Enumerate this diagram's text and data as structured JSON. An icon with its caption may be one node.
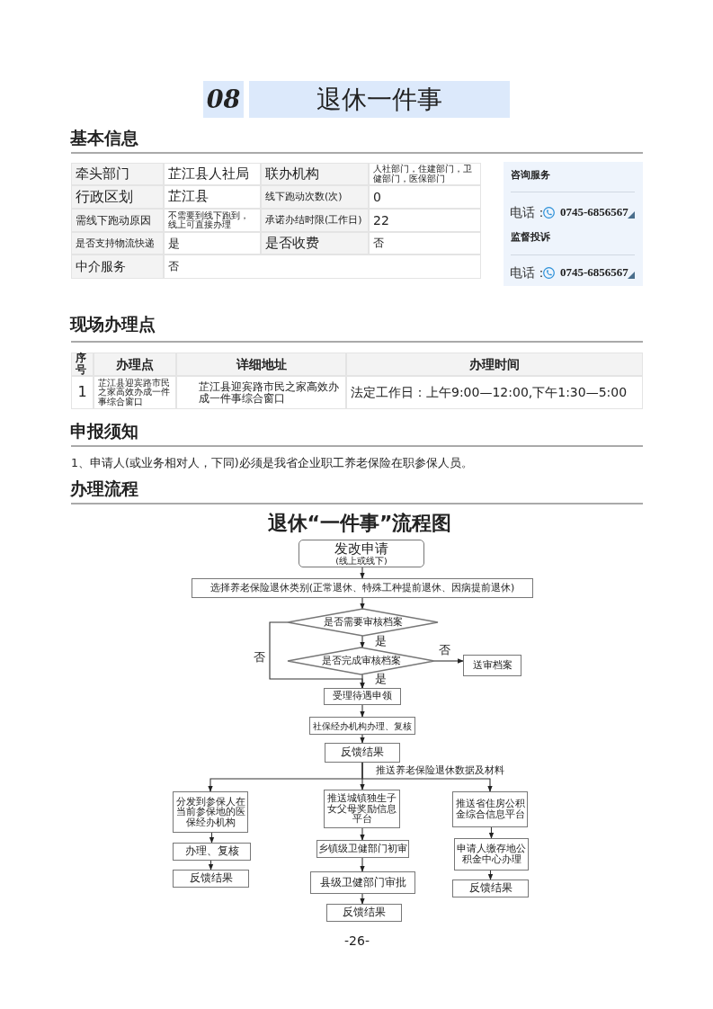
{
  "diagram": {
    "title": "退休一件事",
    "nodes": [
      {
        "text": [
          "发改申请",
          "(线上或线下)"
        ]
      },
      {
        "text": [
          "选择养老保险退休类别(正常退休、特殊工种提前退休、因病提前退休)"
        ]
      },
      {
        "text": [
          "是否需要审核档案"
        ]
      },
      {
        "text": [
          "是否完成审核档案"
        ]
      },
      {
        "text": [
          "送审档案"
        ]
      },
      {
        "text": [
          "受理待遇申领"
        ]
      },
      {
        "text": [
          "社保经办机构办理、复核"
        ]
      },
      {
        "text": [
          "反馈结果"
        ]
      },
      {
        "text": [
          "分发到参保人在当前参保地的医保经办机构"
        ]
      },
      {
        "text": [
          "办理、复核"
        ]
      },
      {
        "text": [
          "反馈结果"
        ]
      },
      {
        "text": [
          "推送城镇独生子女父母奖励信息平台"
        ]
      },
      {
        "text": [
          "乡镇级卫健部门初审"
        ]
      },
      {
        "text": [
          "县级卫健部门审批"
        ]
      },
      {
        "text": [
          "反馈结果"
        ]
      },
      {
        "text": [
          "推送省住房公积金综合信息平台"
        ]
      },
      {
        "text": [
          "申请人缴存地公积金中心办理"
        ]
      },
      {
        "text": [
          "反馈结果"
        ]
      }
    ],
    "edges": [
      {
        "from": 0,
        "to": 1,
        "arrow": "to"
      },
      {
        "from": 1,
        "to": 2,
        "arrow": "to"
      },
      {
        "from": 2,
        "to": 3,
        "arrow": "to",
        "label": "是"
      },
      {
        "from": 2,
        "to": 5,
        "arrow": "to",
        "label": "否"
      },
      {
        "from": 3,
        "to": 4,
        "arrow": "to",
        "label": "否"
      },
      {
        "from": 3,
        "to": 5,
        "arrow": "to",
        "label": "是"
      },
      {
        "from": 5,
        "to": 6,
        "arrow": "to"
      },
      {
        "from": 6,
        "to": 7,
        "arrow": "to"
      },
      {
        "from": 7,
        "to": 8,
        "arrow": "to"
      },
      {
        "from": 7,
        "to": 11,
        "arrow": "to",
        "label": "推送养老保险退休数据及材料"
      },
      {
        "from": 7,
        "to": 15,
        "arrow": "to"
      },
      {
        "from": 8,
        "to": 9,
        "arrow": "to"
      },
      {
        "from": 9,
        "to": 10,
        "arrow": "to"
      },
      {
        "from": 11,
        "to": 12,
        "arrow": "to"
      },
      {
        "from": 12,
        "to": 13,
        "arrow": "to"
      },
      {
        "from": 13,
        "to": 14,
        "arrow": "to"
      },
      {
        "from": 15,
        "to": 16,
        "arrow": "to"
      },
      {
        "from": 16,
        "to": 17,
        "arrow": "to"
      }
    ],
    "labels": [
      "08",
      "基本信息",
      "牵头部门",
      "芷江县人社局",
      "联办机构",
      "人社部门，住建部门，卫健部门，医保部门",
      "行政区划",
      "芷江县",
      "线下跑动次数(次)",
      "0",
      "需线下跑动原因",
      "不需要到线下跑到，线上可直接办理",
      "承诺办结时限(工作日)",
      "22",
      "是否支持物流快递",
      "是",
      "是否收费",
      "否",
      "中介服务",
      "否",
      "咨询服务",
      "电话：",
      "0745-6856567",
      "监督投诉",
      "电话：",
      "0745-6856567",
      "现场办理点",
      "序号",
      "办理点",
      "详细地址",
      "办理时间",
      "1",
      "芷江县迎宾路市民之家高效办成一件事综合窗口",
      "芷江县迎宾路市民之家高效办成一件事综合窗口",
      "法定工作日：上午9:00—12:00,下午1:30—5:00",
      "申报须知",
      "1、申请人(或业务相对人，下同)必须是我省企业职工养老保险在职参保人员。",
      "办理流程",
      "退休“一件事”流程图",
      "-26-"
    ]
  }
}
